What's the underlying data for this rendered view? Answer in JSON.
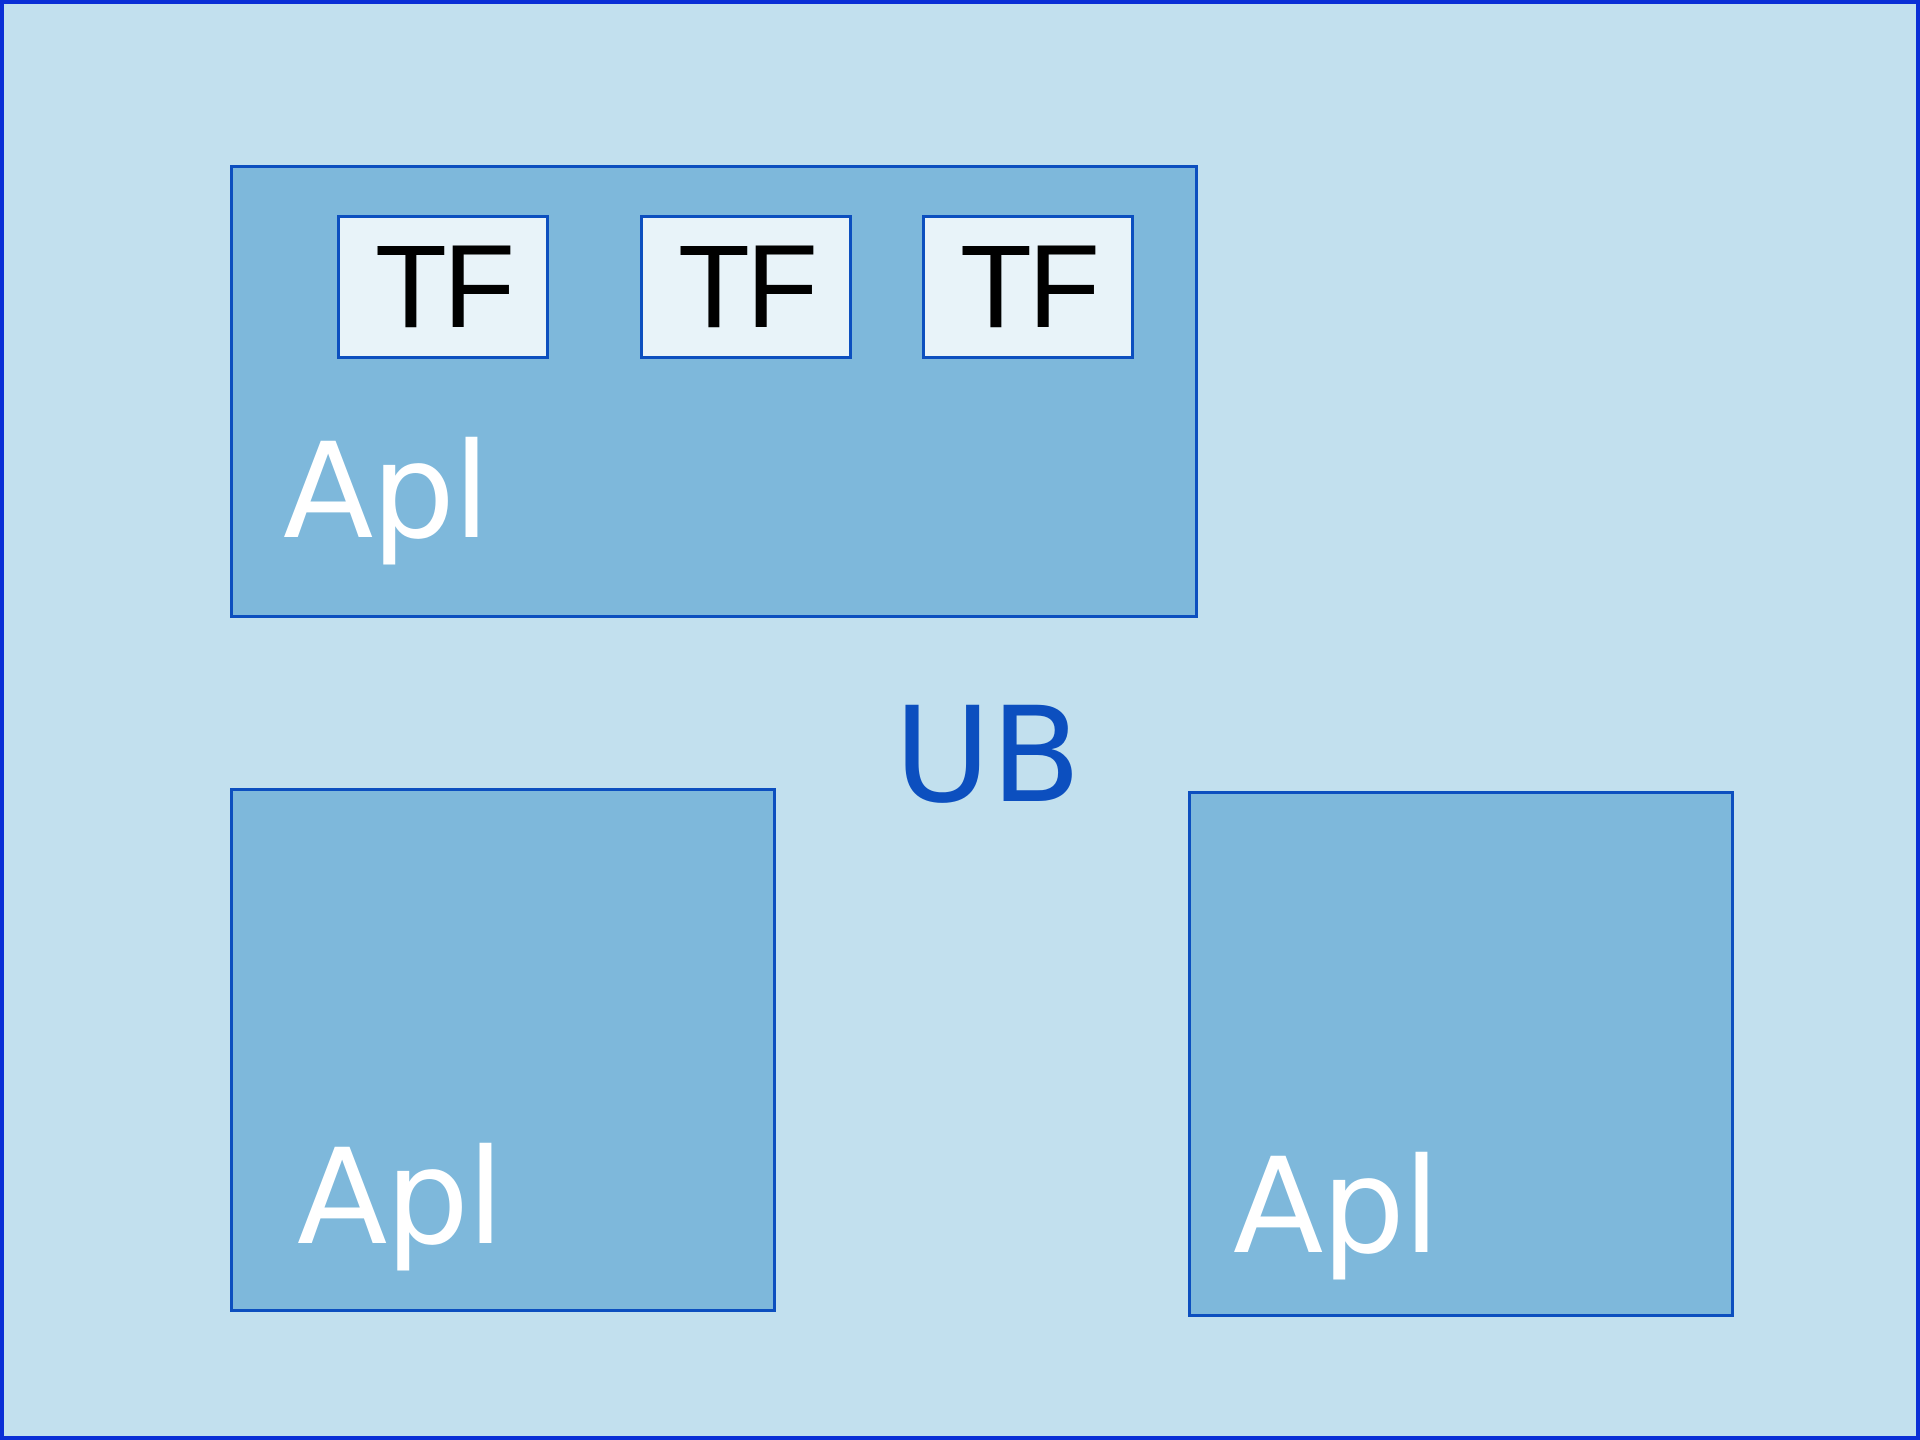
{
  "colors": {
    "outer_background": "#c2e0ee",
    "outer_border": "#0a2fd6",
    "box_border": "#0c4fbf",
    "apl_fill": "#7eb8db",
    "tf_fill": "#e8f3f9",
    "apl_text": "#ffffff",
    "tf_text": "#000000",
    "ub_text": "#0c4fbf"
  },
  "outer": {
    "label": "UB"
  },
  "apl_boxes": [
    {
      "label": "Apl",
      "tf_boxes": [
        {
          "label": "TF"
        },
        {
          "label": "TF"
        },
        {
          "label": "TF"
        }
      ]
    },
    {
      "label": "Apl"
    },
    {
      "label": "Apl"
    }
  ]
}
